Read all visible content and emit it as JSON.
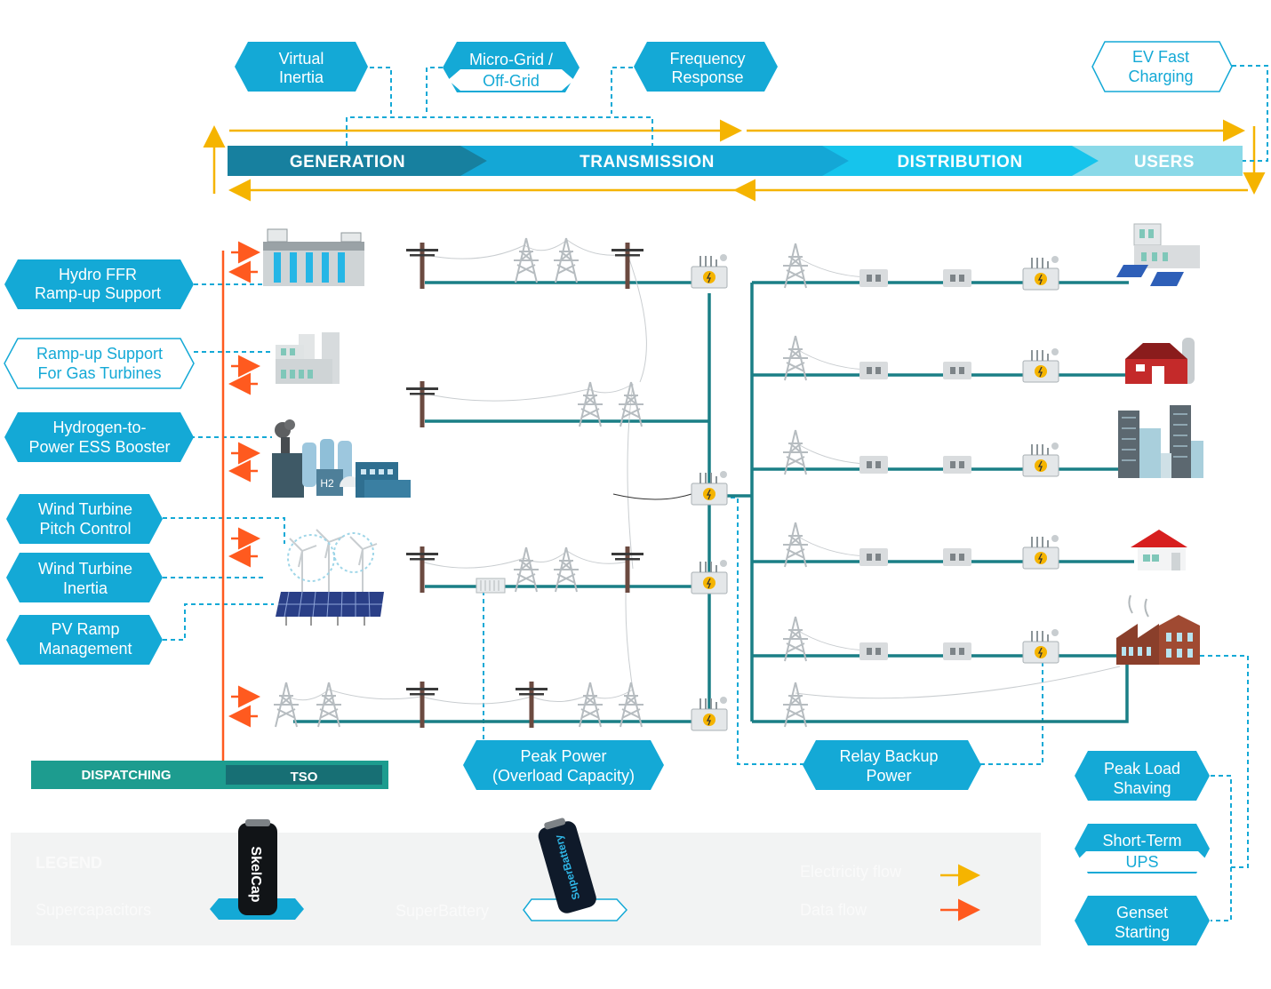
{
  "value_chain": {
    "generation": "GENERATION",
    "transmission": "TRANSMISSION",
    "distribution": "DISTRIBUTION",
    "users": "USERS"
  },
  "top_labels": {
    "virtual_inertia": [
      "Virtual",
      "Inertia"
    ],
    "micro_grid": [
      "Micro-Grid /",
      "Off-Grid"
    ],
    "frequency_response": [
      "Frequency",
      "Response"
    ],
    "ev_fast_charging": [
      "EV Fast",
      "Charging"
    ]
  },
  "left_labels": {
    "hydro_ffr": [
      "Hydro FFR",
      "Ramp-up Support"
    ],
    "gas_turbines": [
      "Ramp-up Support",
      "For Gas Turbines"
    ],
    "hydrogen": [
      "Hydrogen-to-",
      "Power ESS Booster"
    ],
    "wind_pitch": [
      "Wind Turbine",
      "Pitch Control"
    ],
    "wind_inertia": [
      "Wind Turbine",
      "Inertia"
    ],
    "pv_ramp": [
      "PV Ramp",
      "Management"
    ]
  },
  "bottom_labels": {
    "peak_power": [
      "Peak Power",
      "(Overload Capacity)"
    ],
    "relay_backup": [
      "Relay Backup",
      "Power"
    ]
  },
  "right_labels": {
    "peak_load": [
      "Peak Load",
      "Shaving"
    ],
    "short_term_ups": [
      "Short-Term",
      "UPS"
    ],
    "genset": [
      "Genset",
      "Starting"
    ]
  },
  "dispatch_bar": {
    "dispatching": "DISPATCHING",
    "tso": "TSO"
  },
  "plant_labels": {
    "h2": "H2"
  },
  "legend": {
    "title": "LEGEND",
    "supercapacitors": "Supercapacitors",
    "superbattery": "SuperBattery",
    "electricity_flow": "Electricity flow",
    "data_flow": "Data flow",
    "skelcap_brand": "SkelCap",
    "superbattery_brand": "SuperBattery"
  },
  "colors": {
    "accent": "#14a9d6",
    "line": "#1a7f86",
    "orange": "#ff5a1f",
    "yellow": "#f5b400",
    "gen_blue": "#1784a8",
    "dist_blue": "#14c2e8",
    "users_blue": "#8ad9e8",
    "teal": "#1d9c8f"
  }
}
